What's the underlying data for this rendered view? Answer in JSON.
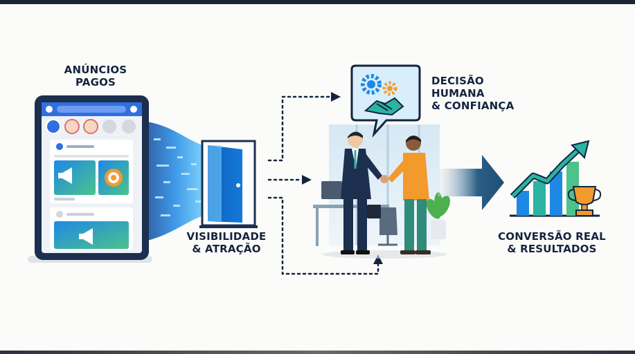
{
  "labels": {
    "ads": [
      "ANÚNCIOS",
      "PAGOS"
    ],
    "visibility": [
      "VISIBILIDADE",
      "& ATRAÇÃO"
    ],
    "decision": [
      "DECISÃO",
      "HUMANA",
      "& CONFIANÇA"
    ],
    "conversion": [
      "CONVERSÃO REAL",
      "& RESULTADOS"
    ]
  },
  "colors": {
    "navy": "#14243f",
    "blue": "#1e88e5",
    "teal": "#2bb3a3",
    "orange": "#f39a2d"
  }
}
